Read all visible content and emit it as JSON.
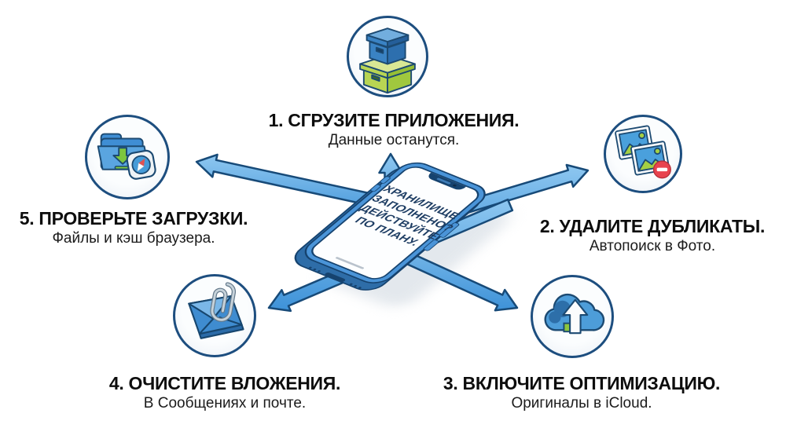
{
  "steps": [
    {
      "title": "1. СГРУЗИТЕ ПРИЛОЖЕНИЯ.",
      "subtitle": "Данные останутся.",
      "icon": "storage-boxes-icon"
    },
    {
      "title": "2. УДАЛИТЕ ДУБЛИКАТЫ.",
      "subtitle": "Автопоиск в Фото.",
      "icon": "duplicate-photos-icon"
    },
    {
      "title": "3. ВКЛЮЧИТЕ ОПТИМИЗАЦИЮ.",
      "subtitle": "Оригиналы в iCloud.",
      "icon": "icloud-upload-icon"
    },
    {
      "title": "4. ОЧИСТИТЕ ВЛОЖЕНИЯ.",
      "subtitle": "В Сообщениях и почте.",
      "icon": "mail-attachment-icon"
    },
    {
      "title": "5. ПРОВЕРЬТЕ ЗАГРУЗКИ.",
      "subtitle": "Файлы и кэш браузера.",
      "icon": "downloads-folder-icon"
    }
  ],
  "phone": {
    "screen_lines": [
      "ХРАНИЛИЩЕ",
      "ЗАПОЛНЕНО?",
      "ДЕЙСТВУЙТЕ",
      "ПО ПЛАНУ."
    ]
  },
  "colors": {
    "arrow_fill": "#4f9fe0",
    "arrow_highlight": "#8ec7f0",
    "outline_navy": "#1c4a72",
    "circle_border": "#1d4e7f",
    "phone_blue": "#4a94d8",
    "green_accent": "#a4cf43",
    "red_badge": "#e8434e",
    "background": "#ffffff"
  }
}
